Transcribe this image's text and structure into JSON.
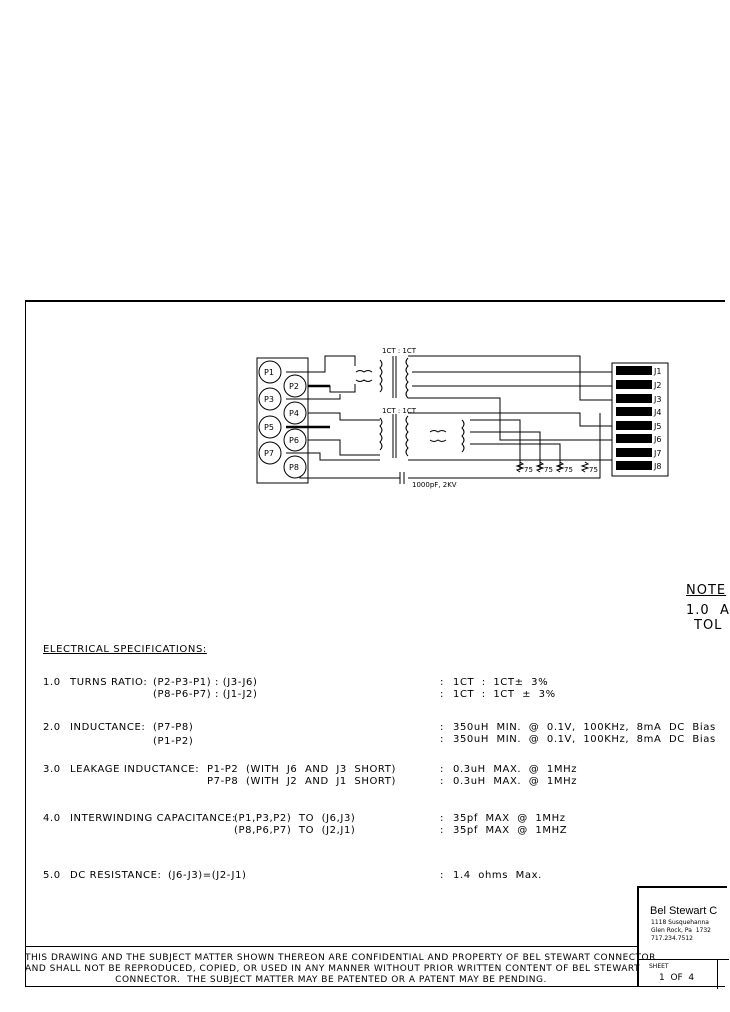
{
  "schematic": {
    "plug_pins": [
      "P1",
      "P2",
      "P3",
      "P4",
      "P5",
      "P6",
      "P7",
      "P8"
    ],
    "jack_pins": [
      "J1",
      "J2",
      "J3",
      "J4",
      "J5",
      "J6",
      "J7",
      "J8"
    ],
    "ratio_top": "1CT : 1CT",
    "ratio_bottom": "1CT : 1CT",
    "resistors": [
      "75",
      "75",
      "75",
      "75"
    ],
    "capacitor": "1000pF, 2KV"
  },
  "notes": {
    "heading": "NOTE",
    "line1": "1.0  A",
    "line2": "TOL"
  },
  "specs": {
    "heading": "ELECTRICAL SPECIFICATIONS:",
    "items": [
      {
        "num": "1.0",
        "label": "TURNS RATIO:",
        "line1": "(P2-P3-P1) : (J3-J6)",
        "line2": "(P8-P6-P7) : (J1-J2)",
        "val1": "1CT  :  1CT±  3%",
        "val2": "1CT  :  1CT  ±  3%"
      },
      {
        "num": "2.0",
        "label": "INDUCTANCE:",
        "line1": "(P7-P8)",
        "line2": "(P1-P2)",
        "val1": "350uH  MIN.  @  0.1V,  100KHz,  8mA  DC  Bias",
        "val2": "350uH  MIN.  @  0.1V,  100KHz,  8mA  DC  Bias"
      },
      {
        "num": "3.0",
        "label": "LEAKAGE INDUCTANCE:",
        "line1": "P1-P2  (WITH  J6  AND  J3  SHORT)",
        "line2": "P7-P8  (WITH  J2  AND  J1  SHORT)",
        "val1": "0.3uH  MAX.  @  1MHz",
        "val2": "0.3uH  MAX.  @  1MHz"
      },
      {
        "num": "4.0",
        "label": "INTERWINDING CAPACITANCE:",
        "line1": "(P1,P3,P2)  TO  (J6,J3)",
        "line2": "(P8,P6,P7)  TO  (J2,J1)",
        "val1": "35pf  MAX  @  1MHz",
        "val2": "35pf  MAX  @  1MHZ"
      },
      {
        "num": "5.0",
        "label": "DC RESISTANCE:",
        "line1": "(J6-J3)=(J2-J1)",
        "line2": "",
        "val1": "1.4  ohms  Max.",
        "val2": ""
      }
    ]
  },
  "disclaimer": {
    "line1": "THIS DRAWING AND THE SUBJECT MATTER SHOWN THEREON ARE CONFIDENTIAL AND PROPERTY OF BEL STEWART CONNECTOR",
    "line2": "AND SHALL NOT BE REPRODUCED, COPIED, OR USED IN ANY MANNER WITHOUT PRIOR WRITTEN CONTENT OF BEL STEWART",
    "line3": "CONNECTOR.  THE SUBJECT MATTER MAY BE PATENTED OR A PATENT MAY BE PENDING."
  },
  "title_block": {
    "company": "Bel Stewart C",
    "address1": "1118 Susquehanna",
    "address2": "Glen Rock, Pa  1732",
    "phone": "717.234.7512",
    "sheet_label": "SHEET",
    "sheet_value": "1  OF  4"
  }
}
